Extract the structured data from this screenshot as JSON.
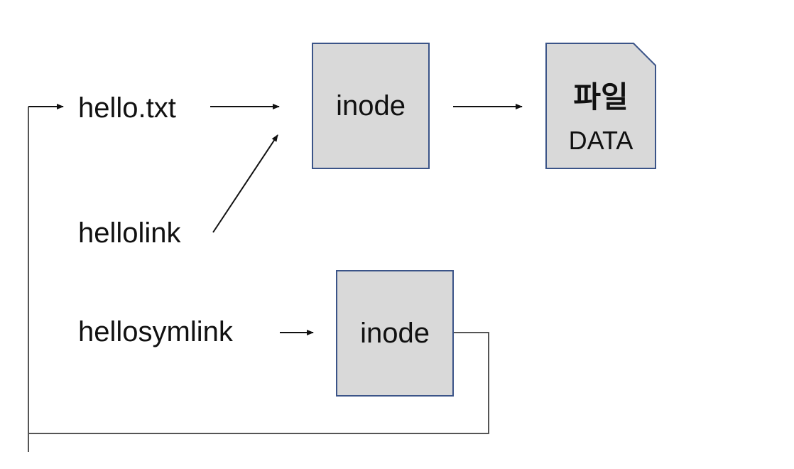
{
  "names": {
    "hard_file": "hello.txt",
    "hard_link": "hellolink",
    "symlink": "hellosymlink"
  },
  "inodes": {
    "top_label": "inode",
    "bottom_label": "inode"
  },
  "file": {
    "title": "파일",
    "subtitle": "DATA"
  },
  "colors": {
    "box_fill": "#d9d9d9",
    "box_border": "#3b5488",
    "line": "#111111"
  }
}
